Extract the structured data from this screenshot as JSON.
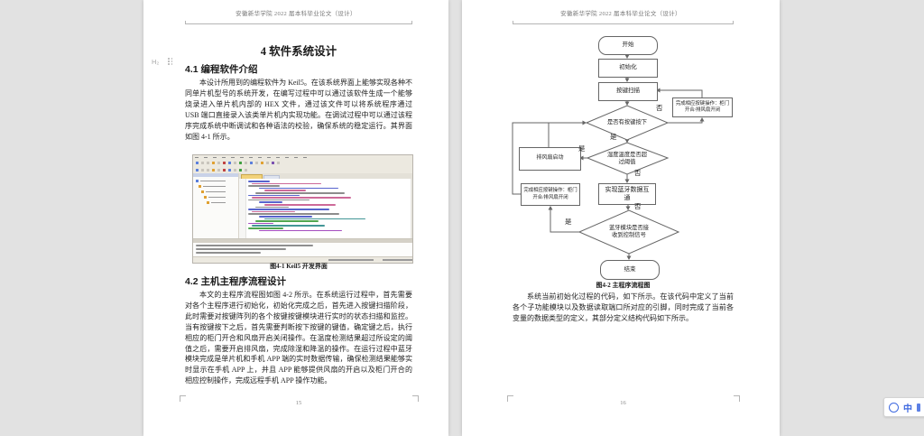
{
  "app": {
    "canvas_bg": "#e2e2e2",
    "page_bg": "#ffffff",
    "accent_blue": "#3f6ae0",
    "flowchart_stroke": "#666666"
  },
  "doc": {
    "header": "安徽新华学院 2022 届本科毕业论文（设计）",
    "left_page": {
      "page_number": "15",
      "heading_badge": "H₂",
      "chapter_title": "4 软件系统设计",
      "s41_heading": "4.1 编程软件介绍",
      "s41_body": "本设计所用到的编程软件为 Keil5。在该系统界面上能够实现各种不同单片机型号的系统开发，在编写过程中可以通过该软件生成一个能够烧录进入单片机内部的 HEX 文件，通过该文件可以将系统程序通过 USB 端口直接录入该类单片机内实现功能。在调试过程中可以通过该程序完成系统中断调试和各种语法的校验，确保系统的稳定运行。其界面如图 4-1 所示。",
      "fig41_caption": "图4-1 Keil5 开发界面",
      "s42_heading": "4.2 主机主程序流程设计",
      "s42_body": "本文的主程序流程图如图 4-2 所示。在系统运行过程中，首先需要对各个主程序进行初始化，初始化完成之后，首先进入按键扫描阶段，此时需要对按键阵列的各个按键按键模块进行实时的状态扫描和监控。当有按键按下之后，首先需要判断按下按键的键值，确定键之后，执行相应的柜门开合和风扇开启关闭操作。在温度检测结果超过所设定的阈值之后，需要开启排风扇，完成除湿和降温的操作。在运行过程中蓝牙模块完成是单片机和手机 APP 端的实时数据传输，确保检测结果能够实时显示在手机 APP 上，并且 APP 能够提供风扇的开启以及柜门开合的相应控制操作，完成远程手机 APP 操作功能。"
    },
    "right_page": {
      "page_number": "16",
      "fig42_caption": "图4-2 主程序流程图",
      "body": "系统当前初始化过程的代码，如下所示。在该代码中定义了当前各个子功能模块以及数据读取端口所对应的引脚，同时完成了当前各变量的数据类型的定义，其部分定义结构代码如下所示。",
      "flowchart": {
        "start": "开始",
        "init": "初始化",
        "key_scan": "按键扫描",
        "d_key_pressed": "是否有按键按下",
        "loop_action_right": "完成相应按键操作：柜门开合/排风扇开闭",
        "fan_start": "排风扇启动",
        "d_threshold": "湿度温度是否超过阈值",
        "bluetooth": "实现蓝牙数据互通",
        "loop_action_left": "完成相应按键操作：柜门开合/排风扇开闭",
        "d_bt_signal": "蓝牙模块是否接收到控制信号",
        "end": "结束",
        "yes": "是",
        "no": "否"
      }
    }
  },
  "ime": {
    "mode": "中"
  }
}
